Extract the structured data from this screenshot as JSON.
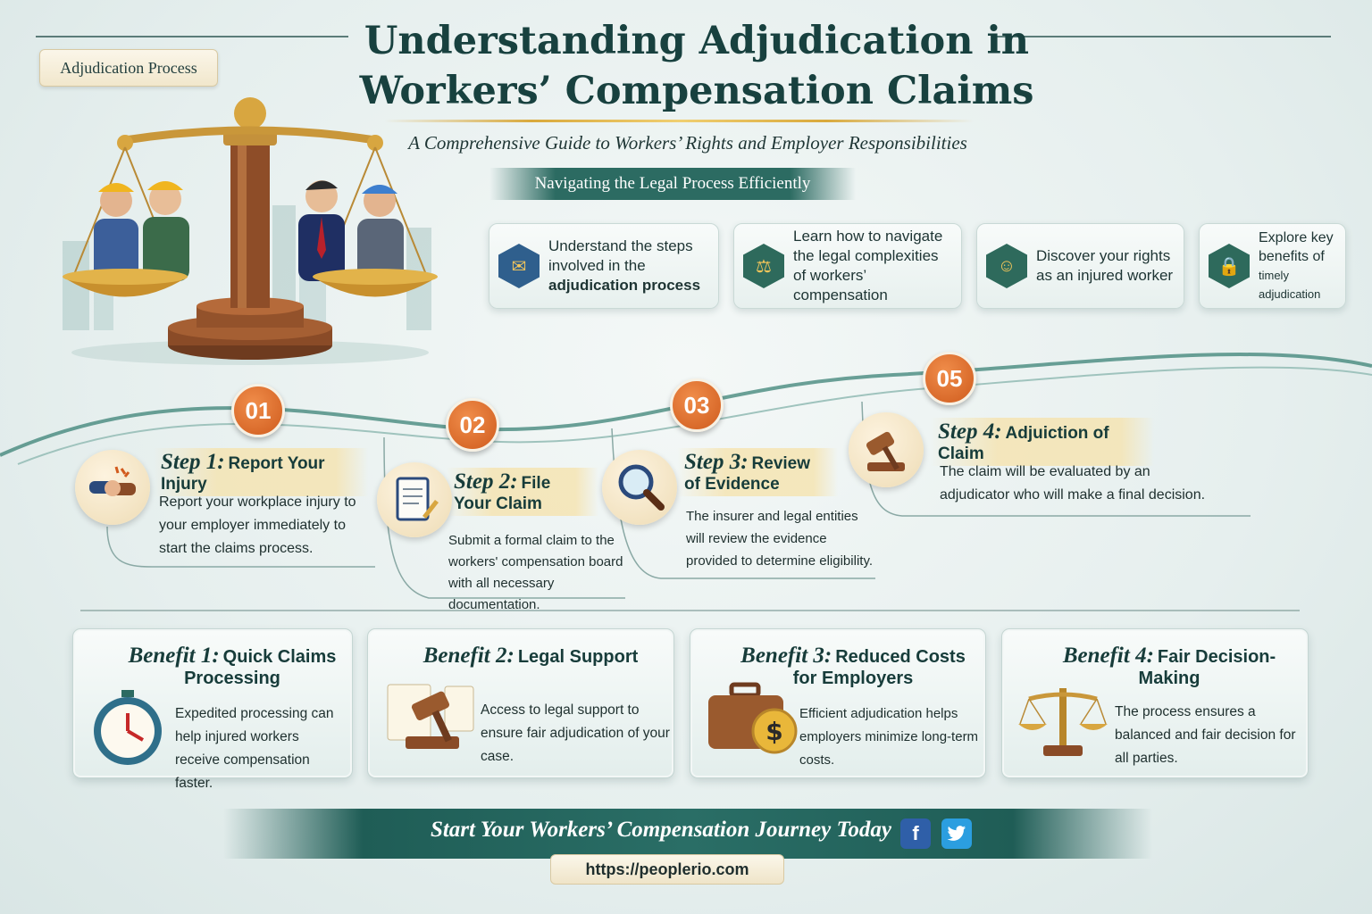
{
  "header": {
    "tag": "Adjudication Process",
    "title_line1": "Understanding Adjudication in",
    "title_line2": "Workers’ Compensation Claims",
    "subtitle": "A Comprehensive Guide to Workers’ Rights and Employer Responsibilities",
    "banner": "Navigating the Legal Process Efficiently"
  },
  "goals": [
    {
      "text": "Understand the steps involved in the",
      "bold": "adjudication process",
      "icon": "envelope-icon"
    },
    {
      "text": "Learn how to navigate the legal complexities of workers’ compensation",
      "bold": "",
      "icon": "scale-icon"
    },
    {
      "text": "Discover your rights as an injured worker",
      "bold": "",
      "icon": "person-icon"
    },
    {
      "text": "Explore key benefits of",
      "bold": "timely adjudication",
      "icon": "lock-icon"
    }
  ],
  "steps": [
    {
      "badge": "01",
      "num": "Step 1:",
      "name": "Report Your Injury",
      "desc": "Report your workplace injury to your employer immediately to start the claims process."
    },
    {
      "badge": "02",
      "num": "Step 2:",
      "name": "File Your Claim",
      "desc": "Submit a formal claim to the workers' compensation board with all necessary documentation."
    },
    {
      "badge": "03",
      "num": "Step 3:",
      "name": "Review of Evidence",
      "desc": "The insurer and legal entities will review the evidence provided to determine eligibility."
    },
    {
      "badge": "05",
      "num": "Step 4:",
      "name": "Adjuiction of Claim",
      "desc": "The claim will be evaluated by an adjudicator who will make a final decision."
    }
  ],
  "benefits": [
    {
      "num": "Benefit 1:",
      "name": "Quick Claims Processing",
      "desc": "Expedited processing can help injured workers receive compensation faster."
    },
    {
      "num": "Benefit 2:",
      "name": "Legal Support",
      "desc": "Access to legal support to ensure fair adjudication of your case."
    },
    {
      "num": "Benefit 3:",
      "name": "Reduced Costs for Employers",
      "desc": "Efficient adjudication helps employers minimize long-term costs."
    },
    {
      "num": "Benefit 4:",
      "name": "Fair Decision-Making",
      "desc": "The process ensures a balanced and fair decision for all parties."
    }
  ],
  "footer": {
    "cta": "Start Your Workers’ Compensation Journey Today",
    "facebook": "f",
    "twitter": "t",
    "url": "https://peoplerio.com"
  },
  "colors": {
    "teal": "#2c6b62",
    "orange": "#e0702c",
    "gold": "#d9a93c"
  }
}
